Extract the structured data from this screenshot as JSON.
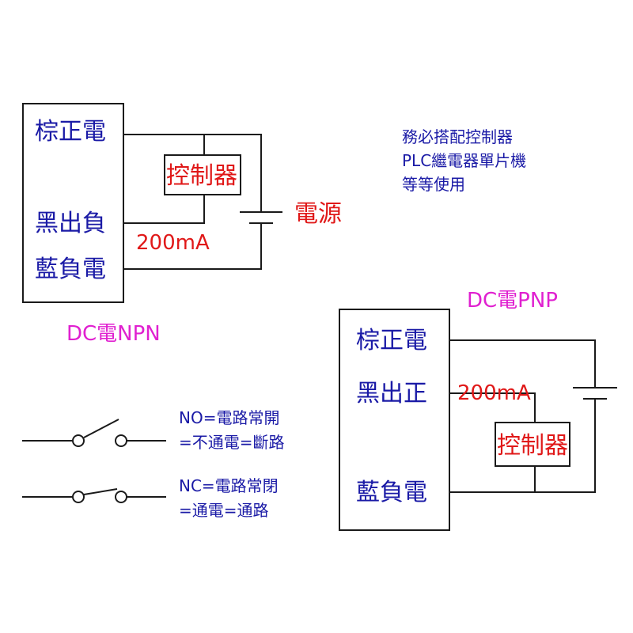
{
  "npn": {
    "brown": "棕正電",
    "black": "黑出負",
    "blue": "藍負電",
    "controller": "控制器",
    "power": "電源",
    "current": "200mA",
    "caption": "DC電NPN"
  },
  "pnp": {
    "brown": "棕正電",
    "black": "黑出正",
    "blue": "藍負電",
    "controller": "控制器",
    "current": "200mA",
    "caption": "DC電PNP"
  },
  "note": {
    "line1": "務必搭配控制器",
    "line2": "PLC繼電器單片機",
    "line3": "等等使用"
  },
  "legend": {
    "no_line1": "NO=電路常開",
    "no_line2": "=不通電=斷路",
    "nc_line1": "NC=電路常閉",
    "nc_line2": "=通電=通路"
  },
  "colors": {
    "wire_label": "#1a1aa6",
    "controller_text": "#e01818",
    "caption": "#e020d0",
    "line": "#1a1a1a"
  }
}
